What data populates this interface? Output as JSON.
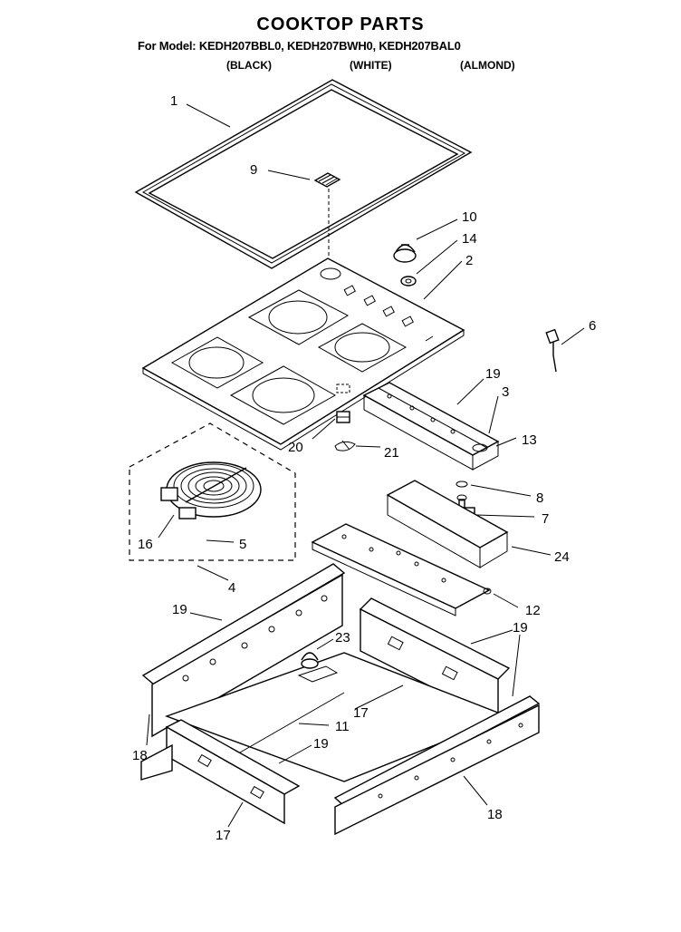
{
  "header": {
    "title": "COOKTOP PARTS",
    "model_line": "For Model: KEDH207BBL0, KEDH207BWH0, KEDH207BAL0",
    "variants": [
      "(BLACK)",
      "(WHITE)",
      "(ALMOND)"
    ]
  },
  "callouts": [
    "1",
    "9",
    "10",
    "14",
    "2",
    "6",
    "19",
    "3",
    "13",
    "20",
    "21",
    "8",
    "7",
    "24",
    "16",
    "5",
    "4",
    "12",
    "19",
    "23",
    "19",
    "17",
    "11",
    "18",
    "19",
    "17",
    "18"
  ]
}
